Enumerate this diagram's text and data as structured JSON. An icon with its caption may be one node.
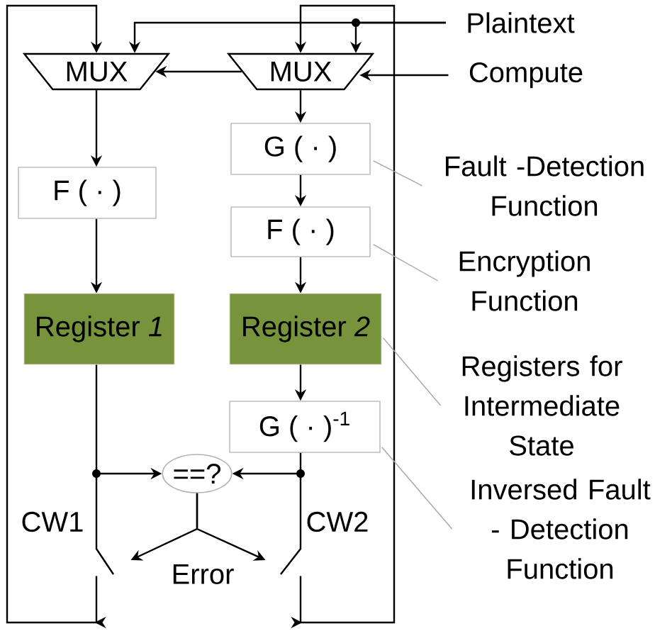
{
  "diagram": {
    "nodes": [
      {
        "text": [
          "Plaintext"
        ]
      },
      {
        "text": [
          "MUX"
        ]
      },
      {
        "text": [
          "MUX"
        ]
      },
      {
        "text": [
          "Compute"
        ]
      },
      {
        "text": [
          "G ( · )"
        ]
      },
      {
        "text": [
          "Fault -Detection Function"
        ]
      },
      {
        "text": [
          "F ( · )"
        ]
      },
      {
        "text": [
          "F ( · )"
        ]
      },
      {
        "text": [
          "Encryption Function"
        ]
      },
      {
        "text": [
          "Register *1*"
        ]
      },
      {
        "text": [
          "Register *2*"
        ]
      },
      {
        "text": [
          "Registers for Intermediate State"
        ]
      },
      {
        "text": [
          "G ( · )$^{-1}$"
        ]
      },
      {
        "text": [
          "==?"
        ]
      },
      {
        "text": [
          "Inversed Fault - Detection Function"
        ]
      },
      {
        "text": [],
        "shape": "switch"
      },
      {
        "text": [],
        "shape": "switch"
      }
    ],
    "edges": [
      {
        "from": 0,
        "to": 1,
        "arrow": "to"
      },
      {
        "from": 0,
        "to": 2,
        "arrow": "to"
      },
      {
        "from": 3,
        "to": 2,
        "arrow": "to"
      },
      {
        "from": 2,
        "to": 1,
        "arrow": "to"
      },
      {
        "from": 1,
        "to": 6,
        "arrow": "to"
      },
      {
        "from": 6,
        "to": 9,
        "arrow": "to"
      },
      {
        "from": 2,
        "to": 4,
        "arrow": "to"
      },
      {
        "from": 4,
        "to": 7,
        "arrow": "to"
      },
      {
        "from": 7,
        "to": 10,
        "arrow": "to"
      },
      {
        "from": 10,
        "to": 12,
        "arrow": "to"
      },
      {
        "from": 9,
        "to": 13,
        "arrow": "to"
      },
      {
        "from": 12,
        "to": 13,
        "arrow": "to"
      },
      {
        "from": 15,
        "to": 1,
        "arrow": "to"
      },
      {
        "from": 16,
        "to": 2,
        "arrow": "to"
      },
      {
        "from": 13,
        "to": 15,
        "arrow": "to"
      },
      {
        "from": 13,
        "to": 16,
        "arrow": "to"
      },
      {
        "from": 4,
        "to": 5,
        "arrow": "none",
        "color": "#a6a6a6"
      },
      {
        "from": 7,
        "to": 8,
        "arrow": "none",
        "color": "#a6a6a6"
      },
      {
        "from": 10,
        "to": 11,
        "arrow": "none",
        "color": "#a6a6a6"
      },
      {
        "from": 12,
        "to": 14,
        "arrow": "none",
        "color": "#a6a6a6"
      }
    ],
    "labels": [
      "CW1",
      "CW2",
      "Error"
    ]
  }
}
